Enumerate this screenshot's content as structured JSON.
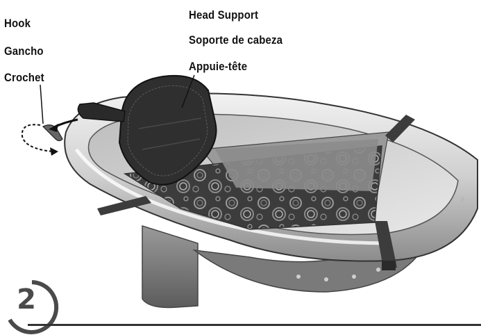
{
  "labels": {
    "hook": {
      "en": "Hook",
      "es": "Gancho",
      "fr": "Crochet"
    },
    "head_support": {
      "en": "Head Support",
      "es": "Soporte de cabeza",
      "fr": "Appuie-tête"
    }
  },
  "step": {
    "number": "2"
  },
  "colors": {
    "tub_shell": "#d9d9d9",
    "tub_shadow": "#8a8a8a",
    "sling_dark": "#3a3a3a",
    "sling_pattern": "#5a5a5a",
    "head_support": "#2e2e2e",
    "arrow": "#111111"
  }
}
